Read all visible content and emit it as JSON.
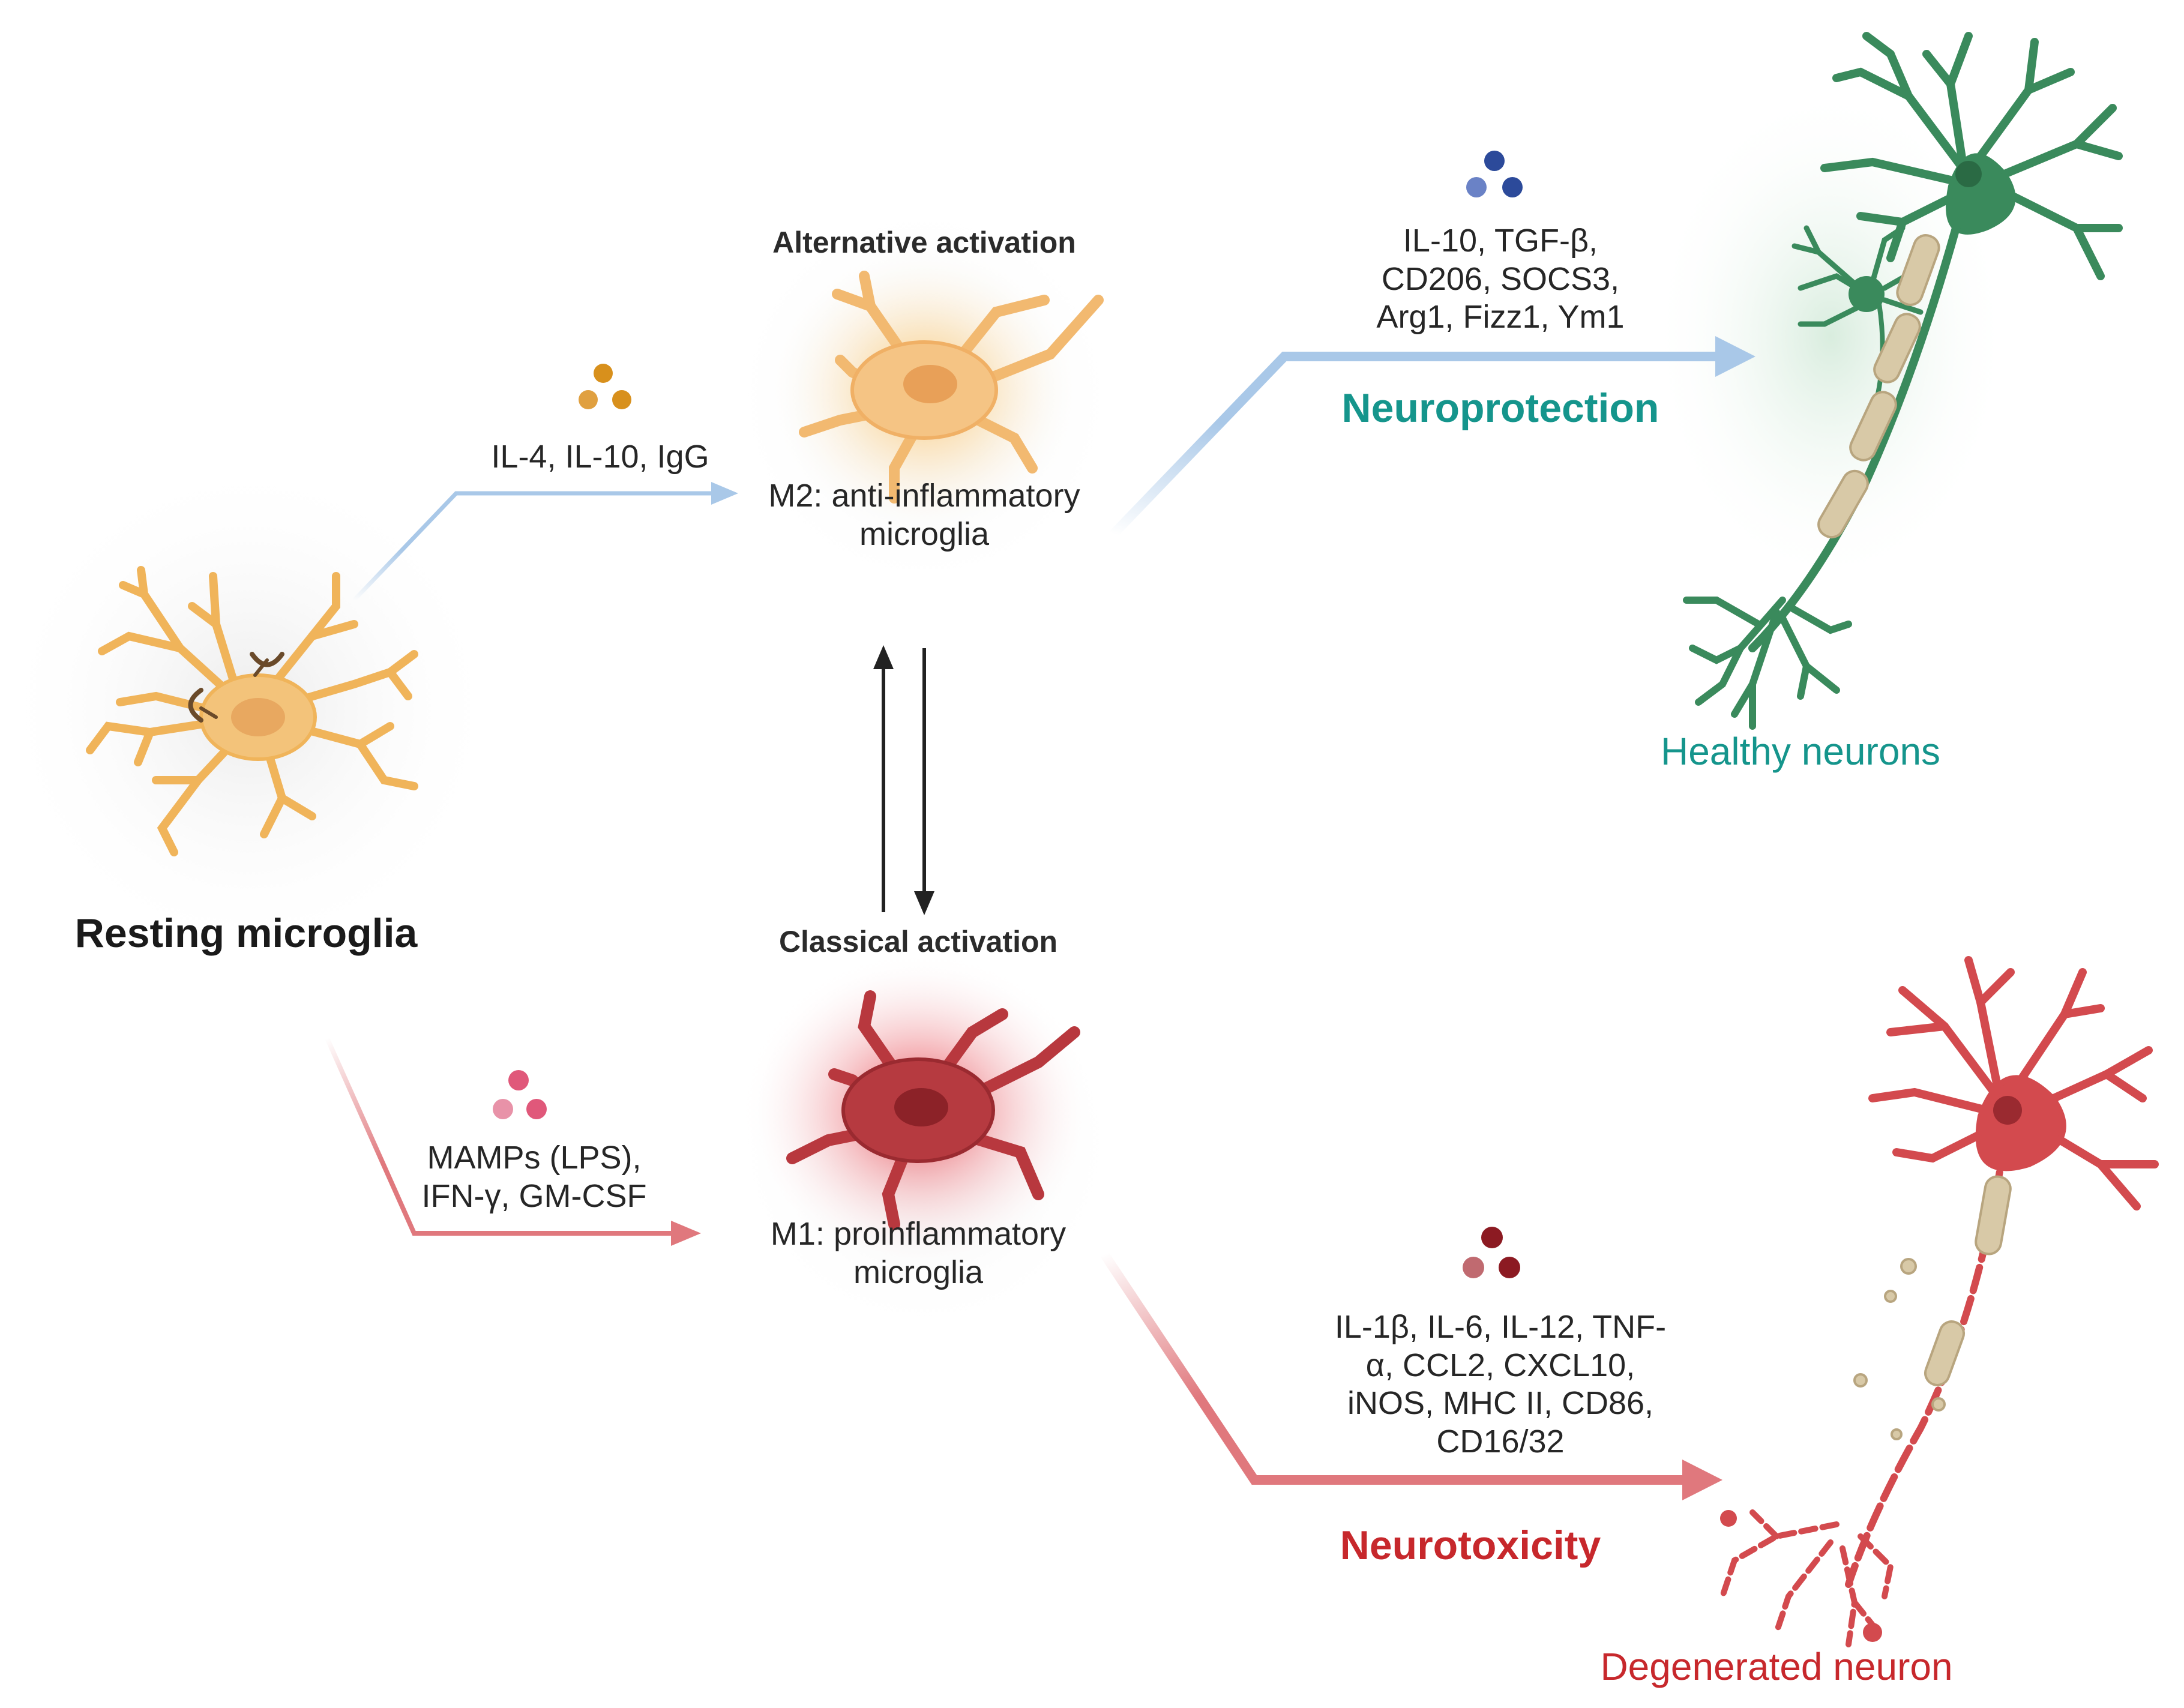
{
  "colors": {
    "m2_arrow": "#a9c8e8",
    "m1_arrow": "#e0787d",
    "healthy_neuron": "#3a8a5c",
    "degenerated_neuron": "#d34a4e",
    "resting_microglia": "#f0b45a",
    "m2_microglia": "#f2c380",
    "m1_microglia": "#b8383e",
    "teal_text": "#15958c",
    "red_text": "#c7282c"
  },
  "resting": {
    "title": "Resting microglia"
  },
  "m2": {
    "heading": "Alternative activation",
    "label": "M2: anti-inflammatory\nmicroglia",
    "stimuli": "IL-4, IL-10, IgG",
    "outputs": "IL-10, TGF-β,\nCD206, SOCS3,\nArg1, Fizz1, Ym1",
    "outcome": "Neuroprotection",
    "target": "Healthy neurons"
  },
  "m1": {
    "heading": "Classical activation",
    "label": "M1: proinflammatory\nmicroglia",
    "stimuli": "MAMPs (LPS),\nIFN-γ, GM-CSF",
    "outputs": "IL-1β, IL-6, IL-12, TNF-\nα, CCL2, CXCL10,\niNOS, MHC II, CD86,\nCD16/32",
    "outcome": "Neurotoxicity",
    "target": "Degenerated neuron"
  },
  "icons": [
    "resting-microglia-icon",
    "m2-microglia-icon",
    "m1-microglia-icon",
    "healthy-neuron-icon",
    "degenerated-neuron-icon",
    "cytokine-cluster-icon"
  ]
}
